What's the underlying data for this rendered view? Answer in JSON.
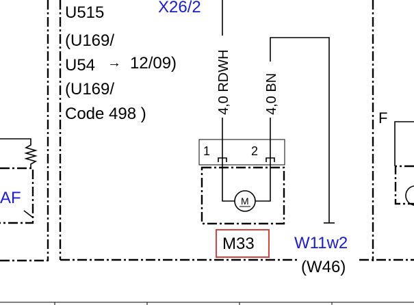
{
  "labels": {
    "u515": "U515",
    "x26_2": "X26/2",
    "note_line1": "(U169/",
    "note_line2_a": "U54",
    "note_arrow": "→",
    "note_line2_b": "12/09)",
    "note_line3": "(U169/",
    "note_line4": "Code 498  )",
    "wire_left": "4,0 RDWH",
    "wire_right": "4,0 BN",
    "pin1": "1",
    "pin2": "2",
    "motor_symbol": "M",
    "component": "M33",
    "ground": "W11w2",
    "ground_alt": "(W46)",
    "left_partial": "AF",
    "right_partial": "F"
  },
  "colors": {
    "blue_label": "#1a1adc",
    "highlight_box": "#d9413e",
    "line": "#000000"
  }
}
